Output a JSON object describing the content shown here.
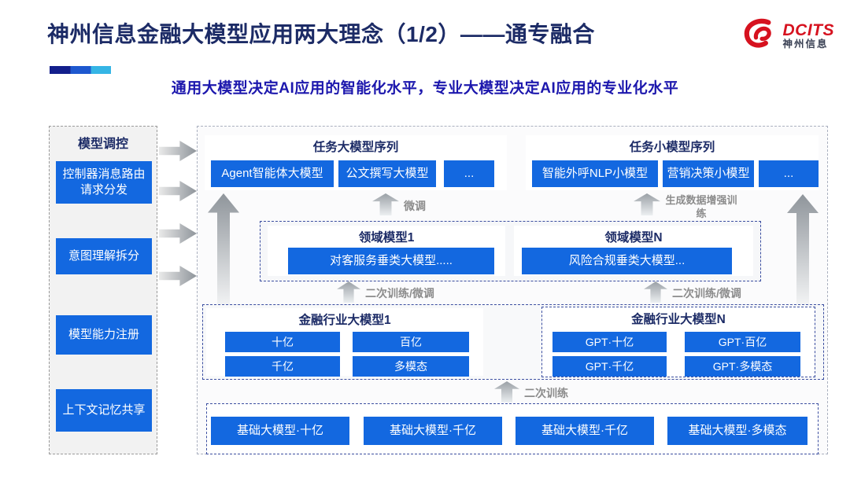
{
  "header": {
    "title": "神州信息金融大模型应用两大理念（1/2）——通专融合",
    "subtitle": "通用大模型决定AI应用的智能化水平，专业大模型决定AI应用的专业化水平",
    "logo": {
      "brand": "DCITS",
      "brand_cn": "神州信息",
      "red": "#d6121f"
    }
  },
  "sidebar": {
    "title": "模型调控",
    "items": [
      "控制器消息路由请求分发",
      "意图理解拆分",
      "模型能力注册",
      "上下文记忆共享"
    ]
  },
  "diagram": {
    "task_large": {
      "title": "任务大模型序列",
      "items": [
        "Agent智能体大模型",
        "公文撰写大模型",
        "..."
      ]
    },
    "task_small": {
      "title": "任务小模型序列",
      "items": [
        "智能外呼NLP小模型",
        "营销决策小模型",
        "..."
      ]
    },
    "labels": {
      "finetune": "微调",
      "gen_data_train": "生成数据增强训练",
      "retrain_finetune": "二次训练/微调",
      "retrain": "二次训练"
    },
    "domain": [
      {
        "title": "领域模型1",
        "item": "对客服务垂类大模型....."
      },
      {
        "title": "领域模型N",
        "item": "风险合规垂类大模型..."
      }
    ],
    "industry": [
      {
        "title": "金融行业大模型1",
        "items": [
          "十亿",
          "百亿",
          "千亿",
          "多模态"
        ]
      },
      {
        "title": "金融行业大模型N",
        "items": [
          "GPT·十亿",
          "GPT·百亿",
          "GPT·千亿",
          "GPT·多模态"
        ]
      }
    ],
    "base_models": [
      "基础大模型·十亿",
      "基础大模型·千亿",
      "基础大模型·千亿",
      "基础大模型·多模态"
    ]
  },
  "colors": {
    "accent_blue": "#1368e0",
    "navy": "#1c2b66",
    "subtitle_blue": "#1c17ad"
  }
}
